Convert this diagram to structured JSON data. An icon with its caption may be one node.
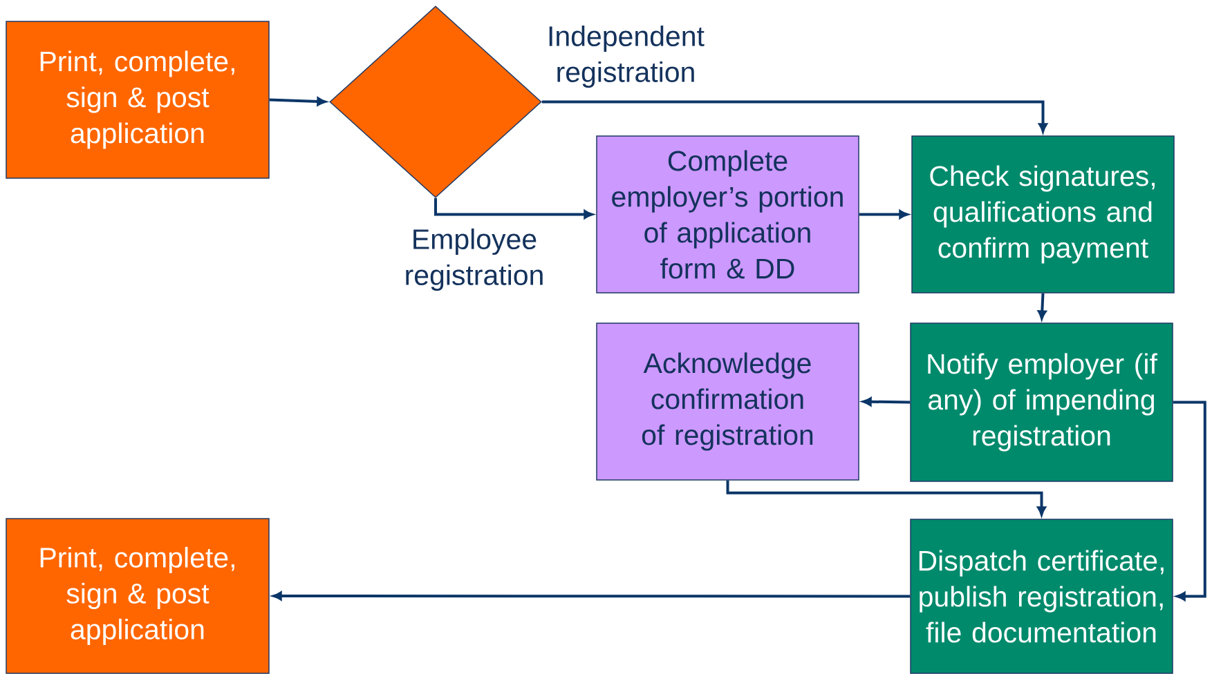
{
  "diagram": {
    "nodes": [
      {
        "text": [
          "Print, complete, sign & post application"
        ]
      },
      {
        "text": [],
        "shape": "diamond"
      },
      {
        "text": [
          "Complete employer’s portion of application form & DD"
        ]
      },
      {
        "text": [
          "Check signatures, qualifications and confirm payment"
        ]
      },
      {
        "text": [
          "Acknowledge confirmation of registration"
        ]
      },
      {
        "text": [
          "Notify employer (if any) of impending registration"
        ]
      },
      {
        "text": [
          "Print, complete, sign & post application"
        ]
      },
      {
        "text": [
          "Dispatch certificate, publish registration, file documentation"
        ]
      }
    ],
    "edges": [
      {
        "from": 0,
        "to": 1,
        "arrow": "to"
      },
      {
        "from": 1,
        "to": 3,
        "arrow": "to",
        "label": "Independent registration"
      },
      {
        "from": 1,
        "to": 2,
        "arrow": "to",
        "label": "Employee registration"
      },
      {
        "from": 2,
        "to": 3,
        "arrow": "to"
      },
      {
        "from": 3,
        "to": 5,
        "arrow": "to"
      },
      {
        "from": 5,
        "to": 4,
        "arrow": "to"
      },
      {
        "from": 5,
        "to": 7,
        "arrow": "to"
      },
      {
        "from": 4,
        "to": 7,
        "arrow": "to"
      },
      {
        "from": 7,
        "to": 6,
        "arrow": "to"
      }
    ]
  }
}
